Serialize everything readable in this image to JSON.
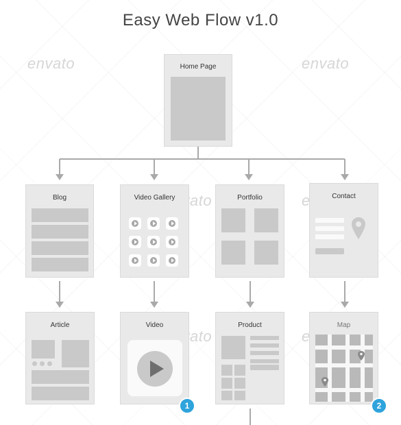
{
  "title": "Easy Web Flow v1.0",
  "watermark": "envato",
  "nodes": {
    "home": "Home Page",
    "blog": "Blog",
    "video_gallery": "Video Gallery",
    "portfolio": "Portfolio",
    "contact": "Contact",
    "article": "Article",
    "video": "Video",
    "product": "Product",
    "map": "Map"
  },
  "badges": {
    "video": "1",
    "map": "2"
  },
  "colors": {
    "card": "#e9e9e9",
    "block": "#c9c9c9",
    "connector": "#a9a9a9",
    "badge": "#2ea3dc",
    "map_bg": "#b9b9b9"
  }
}
